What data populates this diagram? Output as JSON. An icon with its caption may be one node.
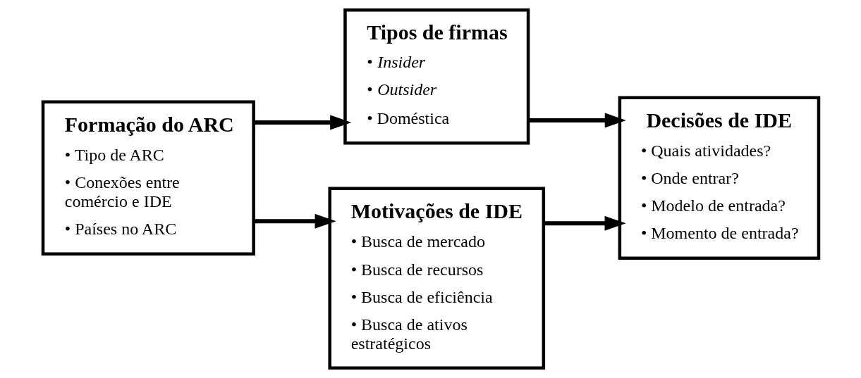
{
  "diagram": {
    "nodes": [
      {
        "text": [
          "Formação do ARC",
          "• Tipo de ARC",
          "• Conexões entre comércio e IDE",
          "• Países no ARC"
        ]
      },
      {
        "text": [
          "Tipos de firmas",
          "• *Insider*",
          "• *Outsider*",
          "• Doméstica"
        ]
      },
      {
        "text": [
          "Motivações de IDE",
          "• Busca de mercado",
          "• Busca de recursos",
          "• Busca de eficiência",
          "• Busca de ativos estratégicos"
        ]
      },
      {
        "text": [
          "Decisões de IDE",
          "• Quais atividades?",
          "• Onde entrar?",
          "• Modelo de entrada?",
          "• Momento de entrada?"
        ]
      }
    ],
    "edges": [
      {
        "from": 0,
        "to": 1,
        "arrow": "to"
      },
      {
        "from": 0,
        "to": 2,
        "arrow": "to"
      },
      {
        "from": 1,
        "to": 3,
        "arrow": "to"
      },
      {
        "from": 2,
        "to": 3,
        "arrow": "to"
      }
    ]
  }
}
